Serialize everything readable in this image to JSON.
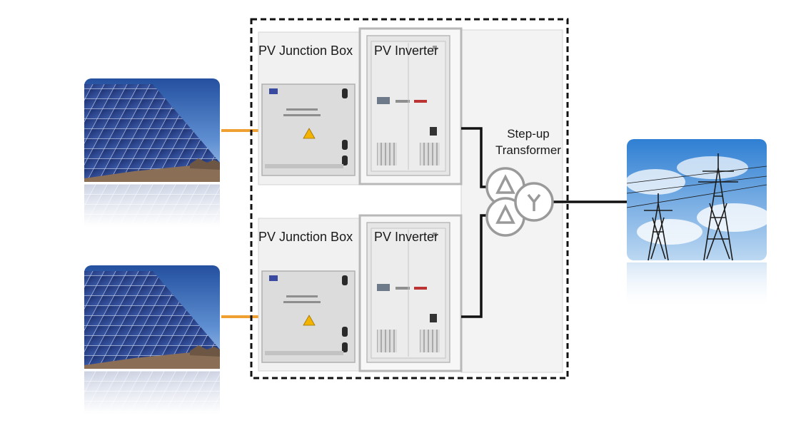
{
  "colors": {
    "solar_link": "#f0a030",
    "wire": "#111111",
    "dashed_border": "#111111",
    "panel_bg": "#f0f0f0",
    "cabinet": "#e2e2e2",
    "transformer_symbol": "#9a9a9a",
    "sky_top": "#2a56b0",
    "sky_bottom": "#9cc4ee"
  },
  "upper_unit": {
    "junction_box_label": "PV Junction Box",
    "inverter_label": "PV Inverter"
  },
  "lower_unit": {
    "junction_box_label": "PV Junction Box",
    "inverter_label": "PV Inverter"
  },
  "transformer": {
    "label_line1": "Step-up",
    "label_line2": "Transformer",
    "icon": "delta-delta-wye-transformer-icon"
  },
  "icons": {
    "solar_panel_upper": "solar-panel-photo",
    "solar_panel_lower": "solar-panel-photo",
    "grid": "transmission-tower-photo"
  }
}
